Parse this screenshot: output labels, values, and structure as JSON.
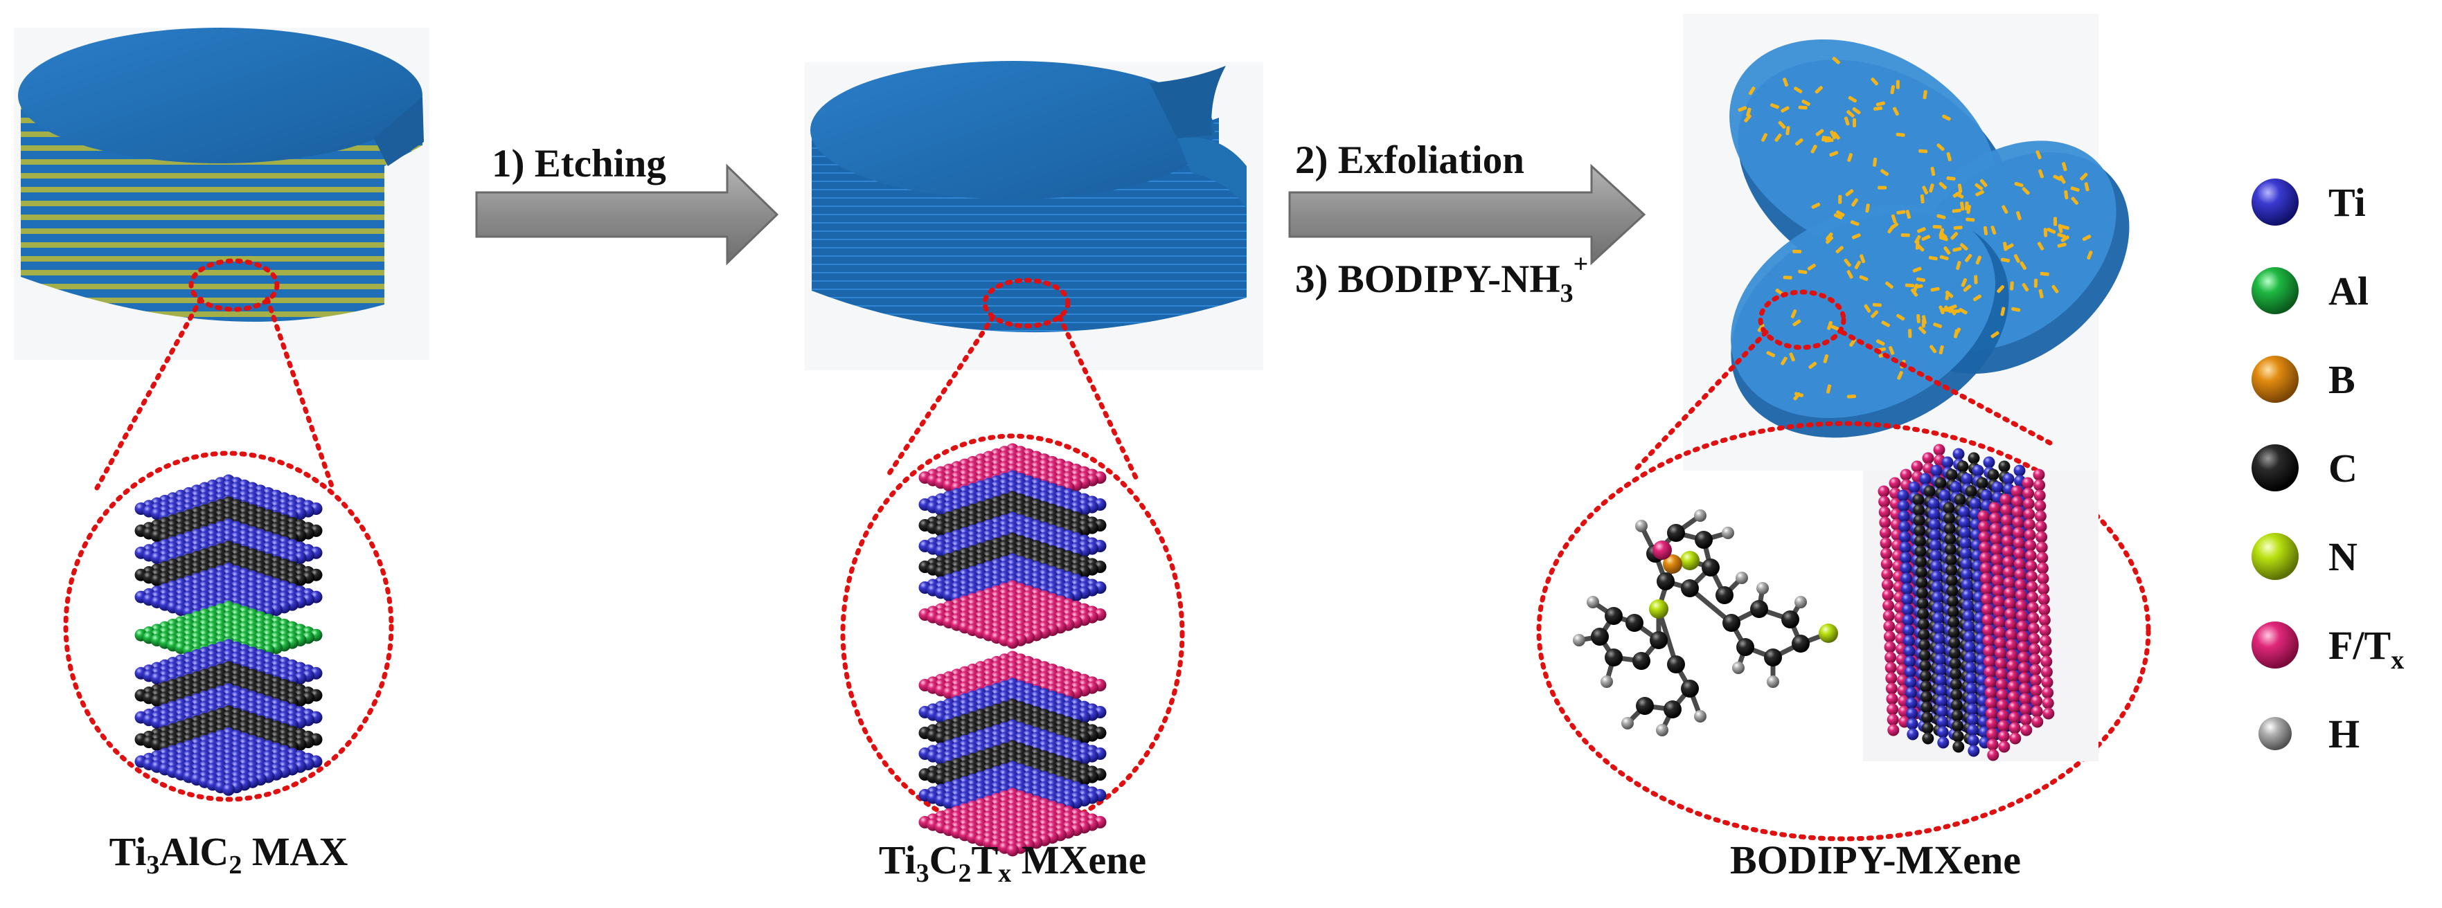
{
  "steps": {
    "step1": "1) Etching",
    "step2": "2) Exfoliation",
    "step3_main": "3) BODIPY-NH",
    "step3_sub": "3",
    "step3_sup": "+"
  },
  "stages": {
    "max": {
      "p1": "Ti",
      "s1": "3",
      "p2": "AlC",
      "s2": "2",
      "p3": " MAX"
    },
    "mxene": {
      "p1": "Ti",
      "s1": "3",
      "p2": "C",
      "s2": "2",
      "p3": "T",
      "s3": "x",
      "p4": " MXene"
    },
    "bodipy": {
      "p1": "BODIPY-MXene"
    }
  },
  "legend": [
    {
      "key": "ti",
      "label": "Ti",
      "sub": "",
      "color": "#2a2ab8",
      "icon": "blue-sphere-icon"
    },
    {
      "key": "al",
      "label": "Al",
      "sub": "",
      "color": "#1aa83a",
      "icon": "green-sphere-icon"
    },
    {
      "key": "b",
      "label": "B",
      "sub": "",
      "color": "#e08a10",
      "icon": "orange-sphere-icon"
    },
    {
      "key": "c",
      "label": "C",
      "sub": "",
      "color": "#1f1f1f",
      "icon": "black-sphere-icon"
    },
    {
      "key": "n",
      "label": "N",
      "sub": "",
      "color": "#b8e010",
      "icon": "yellow-green-sphere-icon"
    },
    {
      "key": "f",
      "label": "F/T",
      "sub": "x",
      "color": "#e0287a",
      "icon": "pink-sphere-icon"
    },
    {
      "key": "h",
      "label": "H",
      "sub": "",
      "color": "#9a9a9a",
      "icon": "gray-sphere-icon"
    }
  ],
  "colors": {
    "flake": "#1f6fb8",
    "flake_dark": "#124a86",
    "max_stripe": "#9fb24a",
    "zoom_circle": "#e01010",
    "arrow": "#8f8f8f"
  }
}
